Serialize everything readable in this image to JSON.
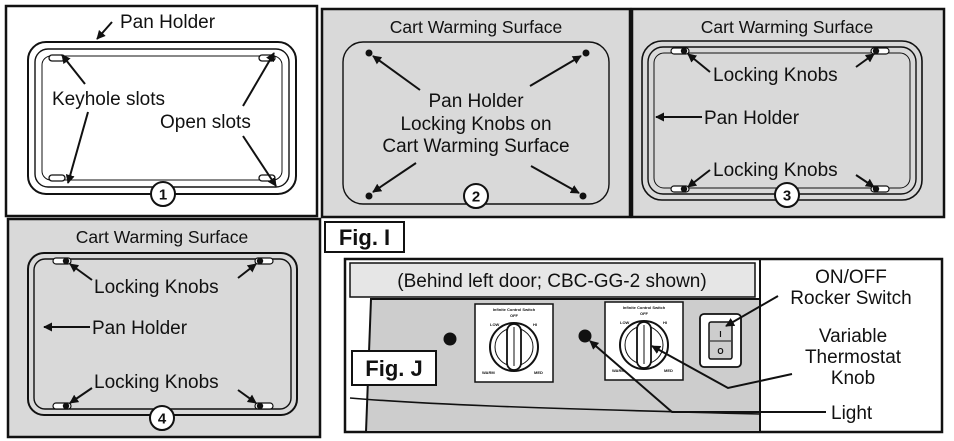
{
  "figure_i": {
    "label": "Fig. I",
    "panel1": {
      "number": "1",
      "label_pan_holder": "Pan Holder",
      "label_keyhole": "Keyhole slots",
      "label_open": "Open slots"
    },
    "panel2": {
      "number": "2",
      "title": "Cart Warming Surface",
      "line1": "Pan Holder",
      "line2": "Locking Knobs on",
      "line3": "Cart Warming Surface"
    },
    "panel3": {
      "number": "3",
      "title": "Cart Warming Surface",
      "label_knobs_top": "Locking Knobs",
      "label_pan_holder": "Pan Holder",
      "label_knobs_bottom": "Locking Knobs"
    },
    "panel4": {
      "number": "4",
      "title": "Cart Warming Surface",
      "label_knobs_top": "Locking Knobs",
      "label_pan_holder": "Pan Holder",
      "label_knobs_bottom": "Locking Knobs"
    }
  },
  "figure_j": {
    "label": "Fig. J",
    "caption": "(Behind left door; CBC-GG-2 shown)",
    "rocker_line1": "ON/OFF",
    "rocker_line2": "Rocker Switch",
    "thermo_line1": "Variable",
    "thermo_line2": "Thermostat",
    "thermo_line3": "Knob",
    "light": "Light",
    "dial_header": "Infinite Control Switch",
    "dial_off": "OFF",
    "dial_low": "LOW",
    "dial_hi": "HI",
    "dial_med": "MED",
    "dial_warm": "WARM",
    "switch_on": "I",
    "switch_off": "O"
  },
  "colors": {
    "panel_gray": "#d9d9d9",
    "control_gray": "#cdcdcd",
    "ink": "#111111"
  }
}
